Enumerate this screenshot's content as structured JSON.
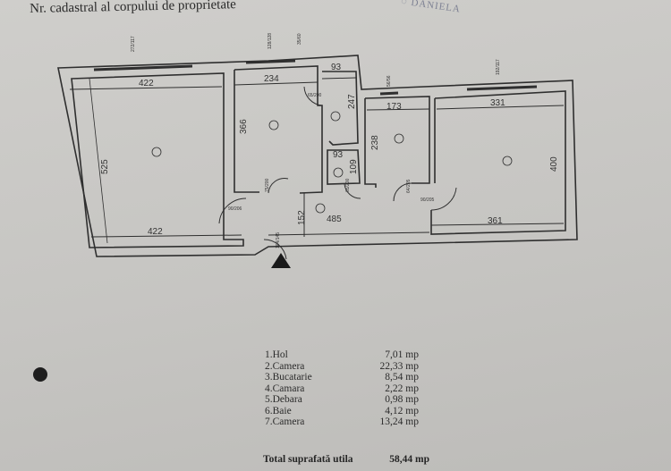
{
  "header": {
    "title": "Nr. cadastral al corpului de proprietate",
    "stamp_text": "DANIELA"
  },
  "plan": {
    "rooms": [
      {
        "id": "2",
        "dims": [
          "422",
          "422",
          "525"
        ]
      },
      {
        "id": "3",
        "dims": [
          "234",
          "366"
        ]
      },
      {
        "id": "4",
        "dims": [
          "93",
          "247"
        ]
      },
      {
        "id": "5",
        "dims": [
          "93",
          "109"
        ]
      },
      {
        "id": "1",
        "dims": [
          "485",
          "152"
        ]
      },
      {
        "id": "6",
        "dims": [
          "173",
          "238"
        ]
      },
      {
        "id": "7",
        "dims": [
          "331",
          "361",
          "400"
        ]
      }
    ],
    "doors": [
      "90/206",
      "75/200",
      "65/200",
      "65/200",
      "64/205",
      "90/205"
    ],
    "windows": [
      "272/117",
      "128/128",
      "35/60",
      "56/56",
      "192/117"
    ],
    "entrance": "104/145"
  },
  "legend": [
    {
      "label": "1.Hol",
      "value": "7,01 mp"
    },
    {
      "label": "2.Camera",
      "value": "22,33 mp"
    },
    {
      "label": "3.Bucatarie",
      "value": "8,54 mp"
    },
    {
      "label": "4.Camara",
      "value": "2,22 mp"
    },
    {
      "label": "5.Debara",
      "value": "0,98 mp"
    },
    {
      "label": "6.Baie",
      "value": "4,12 mp"
    },
    {
      "label": "7.Camera",
      "value": "13,24 mp"
    }
  ],
  "total": {
    "label": "Total suprafată utila",
    "value": "58,44 mp"
  }
}
